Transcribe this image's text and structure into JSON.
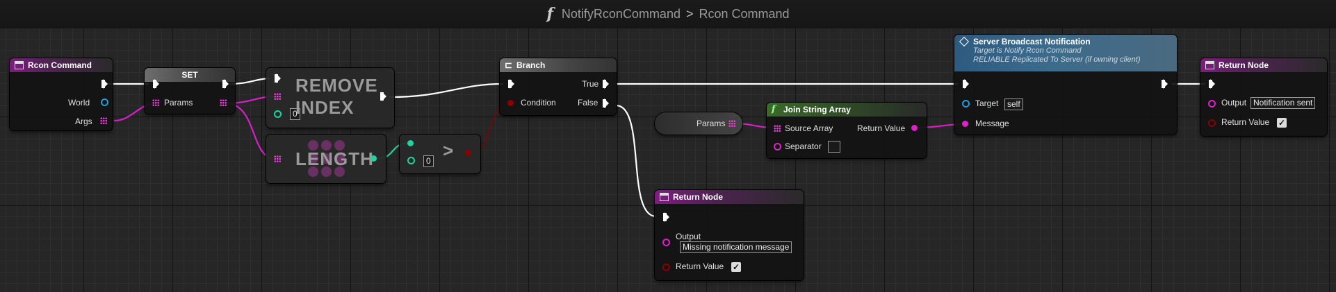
{
  "breadcrumb": {
    "function_icon": "function-f-icon",
    "function_name": "NotifyRconCommand",
    "separator": ">",
    "graph_name": "Rcon Command"
  },
  "nodes": {
    "rcon_command": {
      "title": "Rcon Command",
      "pins": {
        "world": "World",
        "args": "Args"
      }
    },
    "set": {
      "title": "SET",
      "pins": {
        "params": "Params"
      }
    },
    "remove_index": {
      "title": "REMOVE\nINDEX",
      "title_line1": "REMOVE",
      "title_line2": "INDEX",
      "index_value": "0"
    },
    "length": {
      "title": "LENGTH"
    },
    "greater": {
      "operator": ">",
      "value": "0"
    },
    "branch": {
      "title": "Branch",
      "pins": {
        "condition": "Condition",
        "true": "True",
        "false": "False"
      }
    },
    "params_getter": {
      "label": "Params"
    },
    "join_string_array": {
      "title": "Join String Array",
      "pins": {
        "source_array": "Source Array",
        "separator": "Separator",
        "return_value": "Return Value"
      },
      "separator_value": ""
    },
    "server_broadcast": {
      "title": "Server Broadcast Notification",
      "subtitle1": "Target is Notify Rcon Command",
      "subtitle2": "RELIABLE Replicated To Server (if owning client)",
      "pins": {
        "target": "Target",
        "message": "Message"
      },
      "target_value": "self"
    },
    "return_node_top": {
      "title": "Return Node",
      "pins": {
        "output": "Output",
        "return_value": "Return Value"
      },
      "output_value": "Notification sent",
      "return_checked": true
    },
    "return_node_bottom": {
      "title": "Return Node",
      "pins": {
        "output": "Output",
        "return_value": "Return Value"
      },
      "output_value": "Missing notification message",
      "return_checked": true
    }
  },
  "colors": {
    "exec": "#ffffff",
    "string_pin": "#e020c8",
    "object_pin": "#1e9ce0",
    "bool_pin": "#8b0000",
    "int_pin": "#1fd4a0",
    "array_pin": "#e040d0"
  }
}
